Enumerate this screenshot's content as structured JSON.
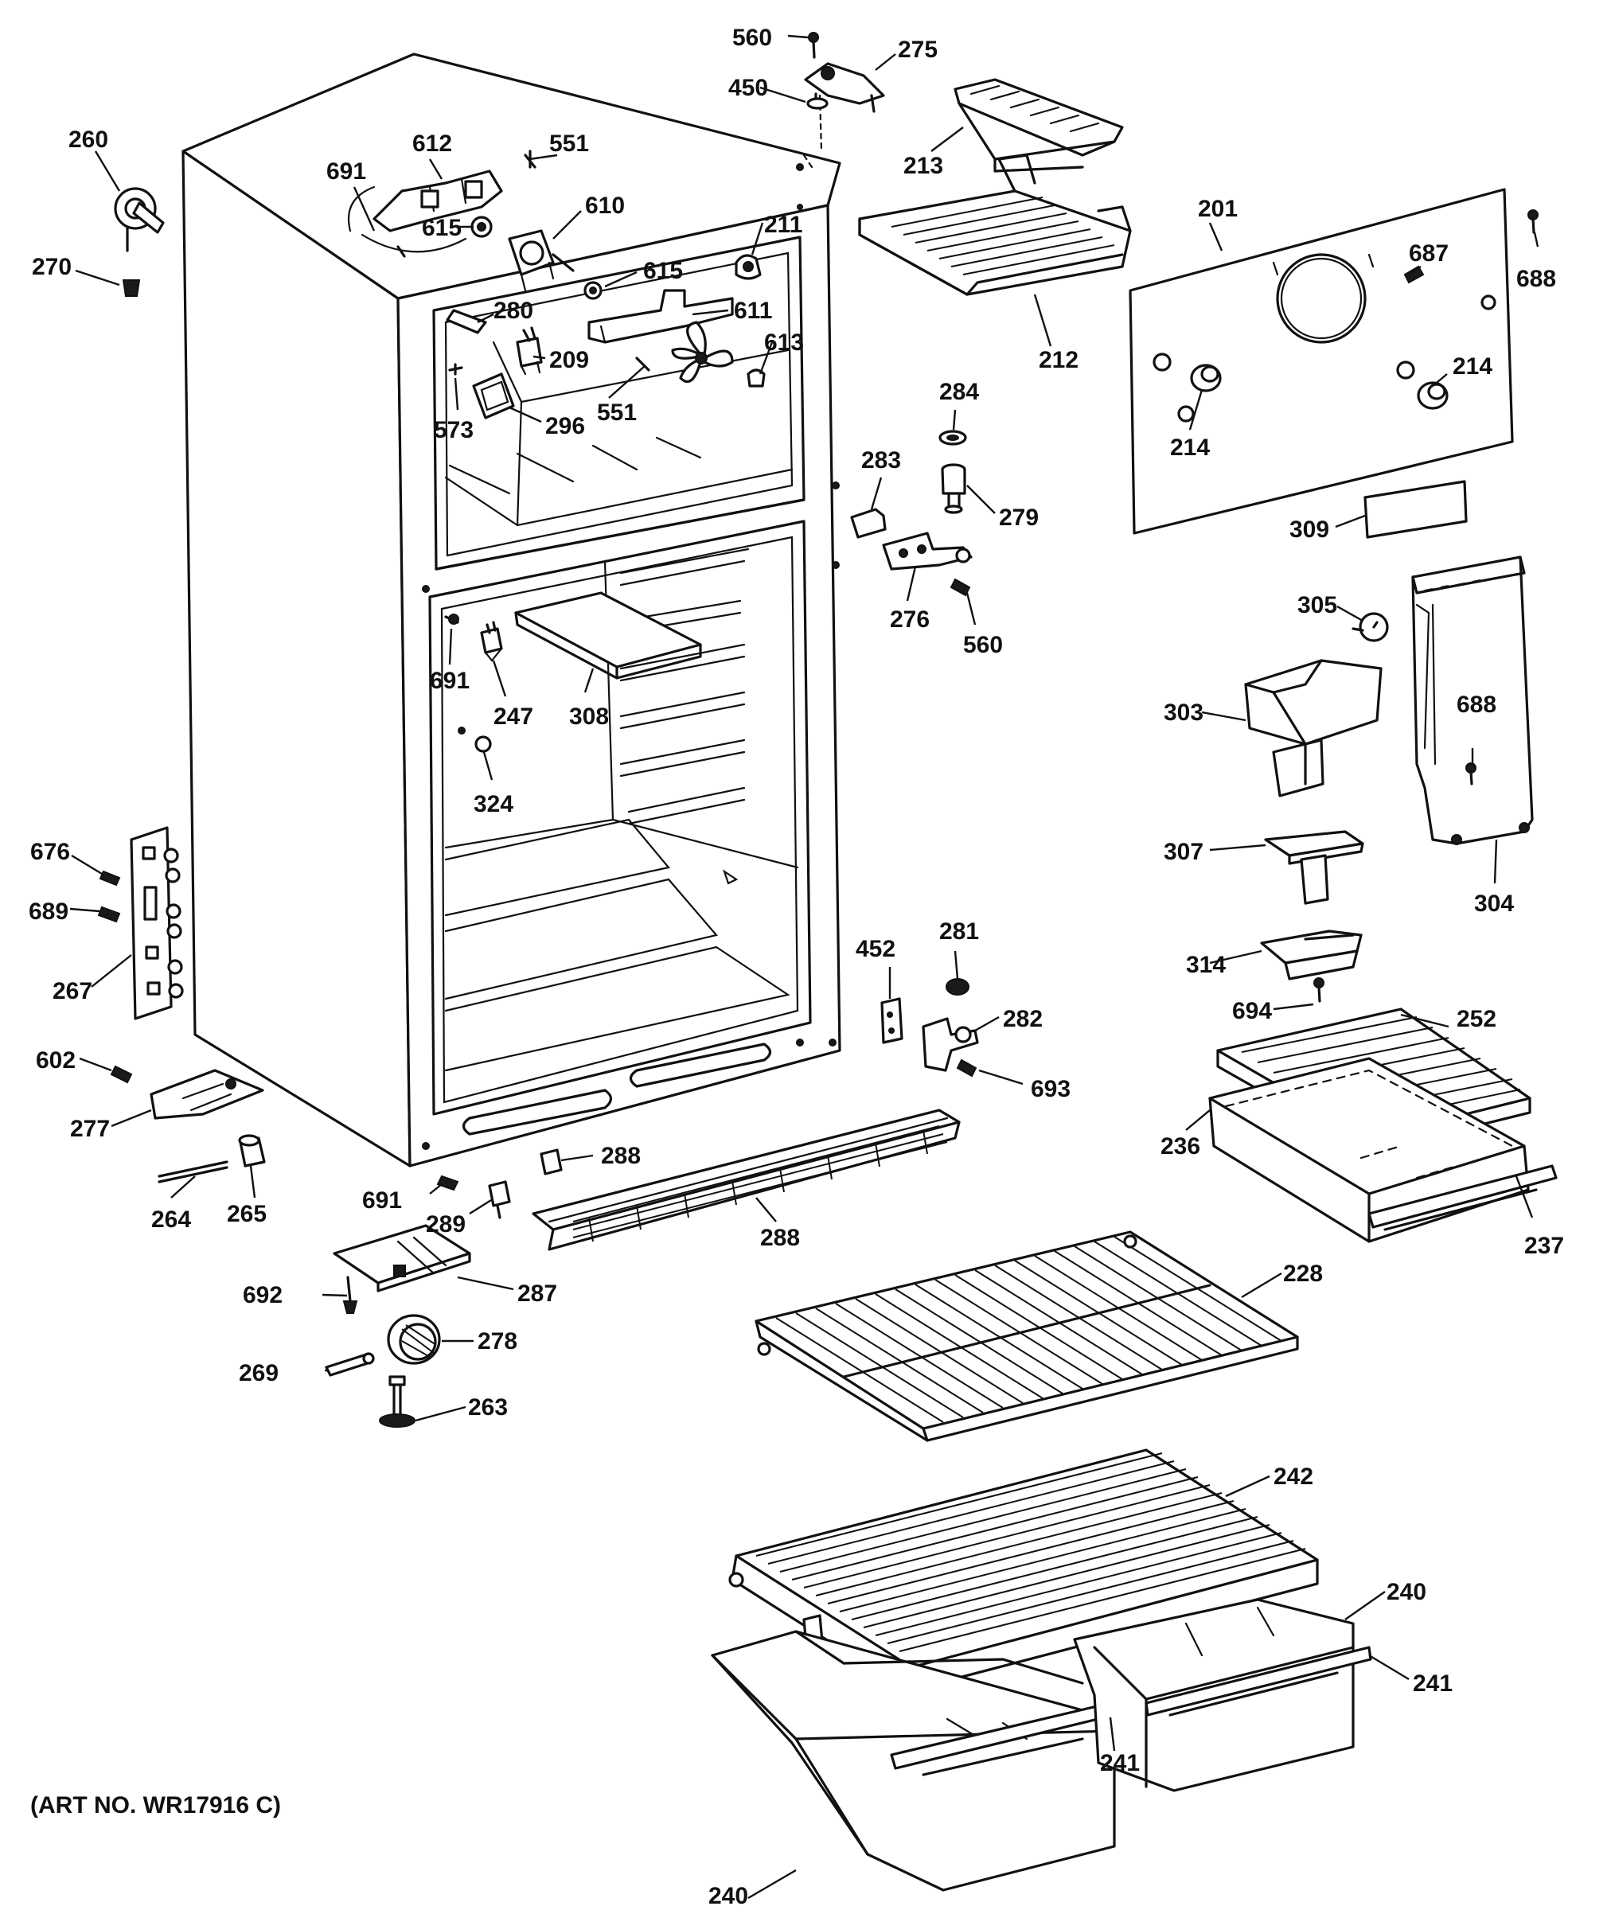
{
  "diagram": {
    "art_number": "(ART NO. WR17916 C)",
    "callouts": [
      {
        "id": "c560a",
        "text": "560"
      },
      {
        "id": "c275",
        "text": "275"
      },
      {
        "id": "c450",
        "text": "450"
      },
      {
        "id": "c213",
        "text": "213"
      },
      {
        "id": "c260",
        "text": "260"
      },
      {
        "id": "c612",
        "text": "612"
      },
      {
        "id": "c551a",
        "text": "551"
      },
      {
        "id": "c691a",
        "text": "691"
      },
      {
        "id": "c610",
        "text": "610"
      },
      {
        "id": "c615a",
        "text": "615"
      },
      {
        "id": "c211",
        "text": "211"
      },
      {
        "id": "c615b",
        "text": "615"
      },
      {
        "id": "c270",
        "text": "270"
      },
      {
        "id": "c280",
        "text": "280"
      },
      {
        "id": "c611",
        "text": "611"
      },
      {
        "id": "c209",
        "text": "209"
      },
      {
        "id": "c613",
        "text": "613"
      },
      {
        "id": "c573",
        "text": "573"
      },
      {
        "id": "c296",
        "text": "296"
      },
      {
        "id": "c551b",
        "text": "551"
      },
      {
        "id": "c212",
        "text": "212"
      },
      {
        "id": "c201",
        "text": "201"
      },
      {
        "id": "c687",
        "text": "687"
      },
      {
        "id": "c688a",
        "text": "688"
      },
      {
        "id": "c214a",
        "text": "214"
      },
      {
        "id": "c214b",
        "text": "214"
      },
      {
        "id": "c284",
        "text": "284"
      },
      {
        "id": "c283",
        "text": "283"
      },
      {
        "id": "c279",
        "text": "279"
      },
      {
        "id": "c309",
        "text": "309"
      },
      {
        "id": "c276",
        "text": "276"
      },
      {
        "id": "c560b",
        "text": "560"
      },
      {
        "id": "c305",
        "text": "305"
      },
      {
        "id": "c691b",
        "text": "691"
      },
      {
        "id": "c247",
        "text": "247"
      },
      {
        "id": "c308",
        "text": "308"
      },
      {
        "id": "c303",
        "text": "303"
      },
      {
        "id": "c688b",
        "text": "688"
      },
      {
        "id": "c324",
        "text": "324"
      },
      {
        "id": "c676",
        "text": "676"
      },
      {
        "id": "c307",
        "text": "307"
      },
      {
        "id": "c304",
        "text": "304"
      },
      {
        "id": "c689",
        "text": "689"
      },
      {
        "id": "c281",
        "text": "281"
      },
      {
        "id": "c452",
        "text": "452"
      },
      {
        "id": "c314",
        "text": "314"
      },
      {
        "id": "c267",
        "text": "267"
      },
      {
        "id": "c282",
        "text": "282"
      },
      {
        "id": "c694",
        "text": "694"
      },
      {
        "id": "c252",
        "text": "252"
      },
      {
        "id": "c602",
        "text": "602"
      },
      {
        "id": "c693",
        "text": "693"
      },
      {
        "id": "c277",
        "text": "277"
      },
      {
        "id": "c236",
        "text": "236"
      },
      {
        "id": "c288a",
        "text": "288"
      },
      {
        "id": "c264",
        "text": "264"
      },
      {
        "id": "c265",
        "text": "265"
      },
      {
        "id": "c691c",
        "text": "691"
      },
      {
        "id": "c289",
        "text": "289"
      },
      {
        "id": "c288b",
        "text": "288"
      },
      {
        "id": "c237",
        "text": "237"
      },
      {
        "id": "c692",
        "text": "692"
      },
      {
        "id": "c287",
        "text": "287"
      },
      {
        "id": "c228",
        "text": "228"
      },
      {
        "id": "c269",
        "text": "269"
      },
      {
        "id": "c278",
        "text": "278"
      },
      {
        "id": "c263",
        "text": "263"
      },
      {
        "id": "c242",
        "text": "242"
      },
      {
        "id": "c240a",
        "text": "240"
      },
      {
        "id": "c241a",
        "text": "241"
      },
      {
        "id": "c241b",
        "text": "241"
      },
      {
        "id": "c240b",
        "text": "240"
      }
    ]
  }
}
